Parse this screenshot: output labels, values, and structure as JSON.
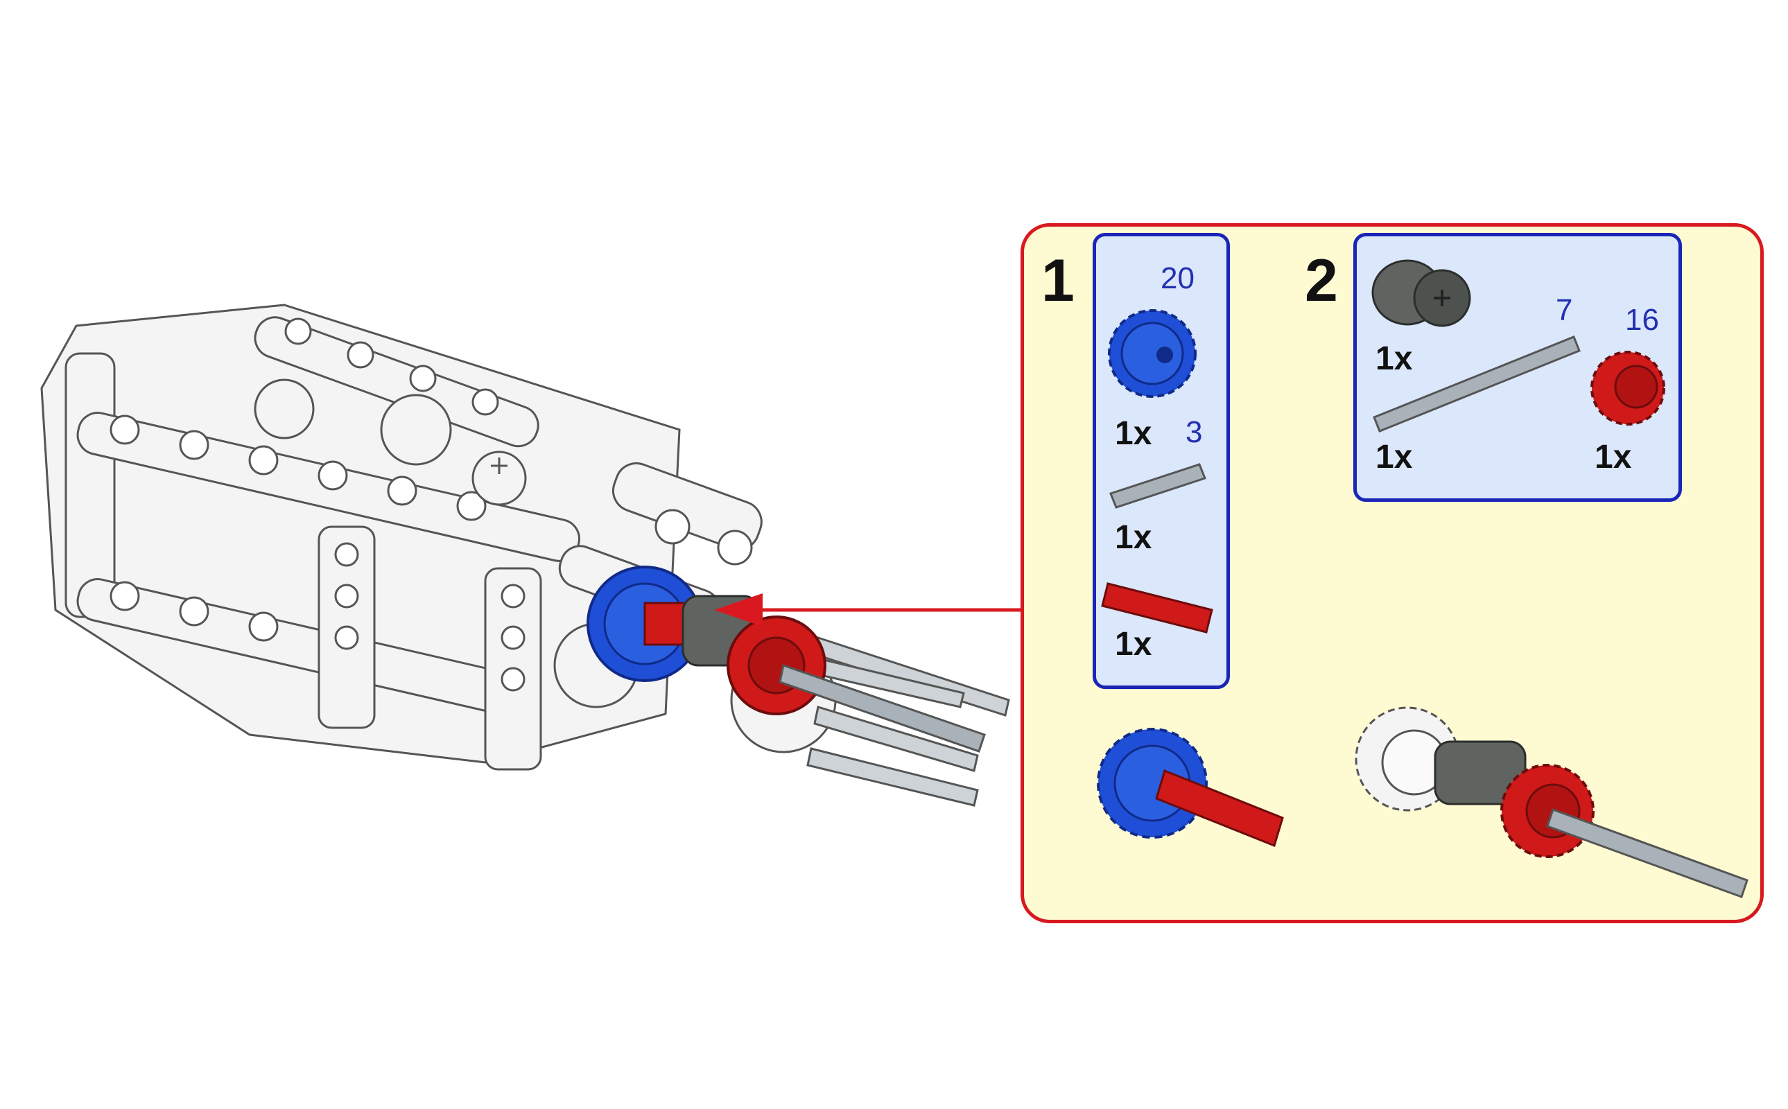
{
  "steps": [
    {
      "number": "1",
      "parts": [
        {
          "part": "gear-blue",
          "size": "20",
          "qty": "1x"
        },
        {
          "part": "axle-gray",
          "size": "3",
          "qty": "1x"
        },
        {
          "part": "axle-connector-red",
          "qty": "1x"
        }
      ]
    },
    {
      "number": "2",
      "parts": [
        {
          "part": "clutch-gray",
          "qty": "1x"
        },
        {
          "part": "axle-gray",
          "size": "7",
          "qty": "1x"
        },
        {
          "part": "gear-red",
          "size": "16",
          "qty": "1x"
        }
      ]
    }
  ],
  "colors": {
    "callout_border": "#d9181f",
    "callout_fill": "#fefad2",
    "parts_border": "#1a25b8",
    "parts_fill": "#dbe7fa",
    "arrow": "#d9181f",
    "gear_blue": "#1f4fd6",
    "gear_red": "#d01919",
    "axle_gray": "#a9b2b8",
    "clutch_gray": "#5f6460"
  }
}
